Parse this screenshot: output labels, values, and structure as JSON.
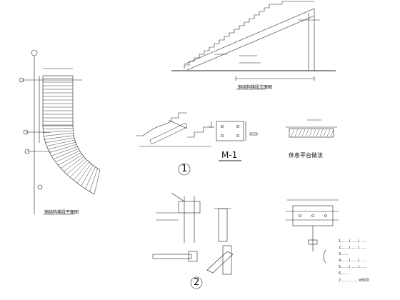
{
  "sheet": {
    "captions": {
      "elevation": "钢结构梯段立面图",
      "plan": "钢结构梯段平面图",
      "member": "M-1",
      "platform": "休息平台做法"
    },
    "detail_callouts": [
      "1",
      "2"
    ],
    "notes": [
      "1.……(……)……",
      "2.……(……)……",
      "3.……",
      "4.……(……)……",
      "5.……(……)……",
      "6.……",
      "7.…… ……"
    ],
    "note_tail": "x600"
  }
}
